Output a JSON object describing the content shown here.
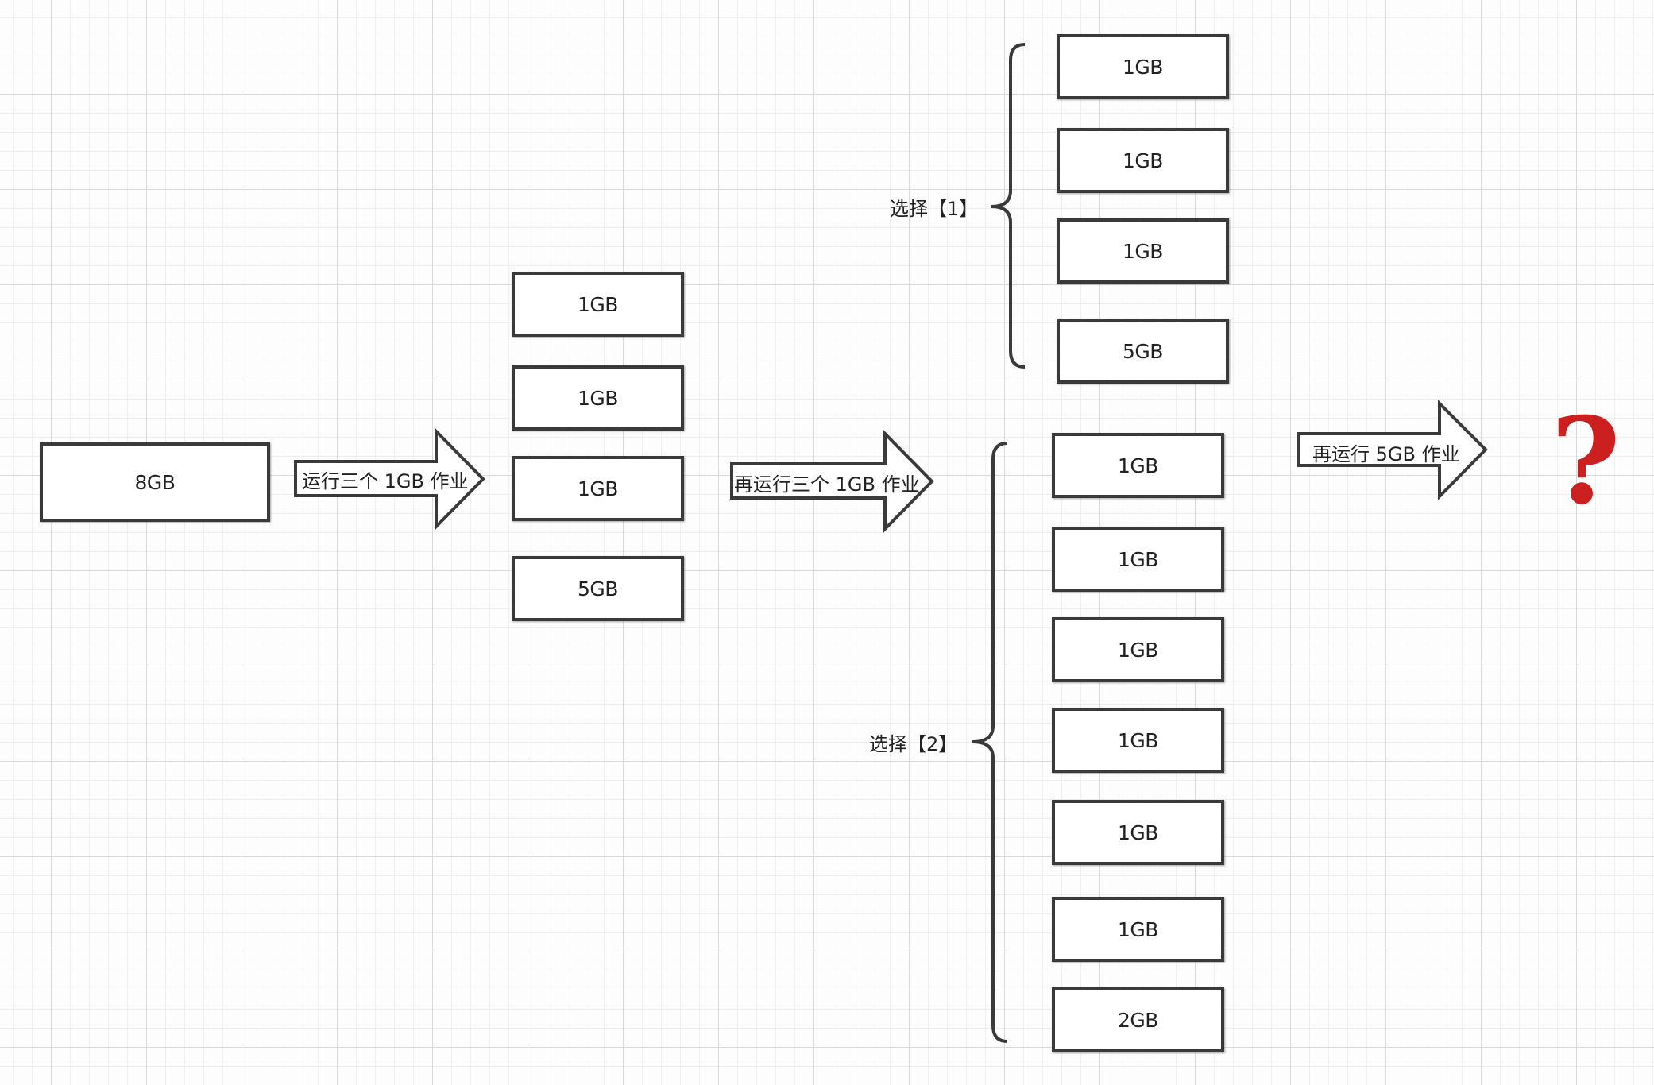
{
  "initial": {
    "label": "8GB"
  },
  "step1": {
    "arrow_label": "运行三个 1GB 作业",
    "boxes": [
      "1GB",
      "1GB",
      "1GB",
      "5GB"
    ]
  },
  "step2": {
    "arrow_label": "再运行三个 1GB 作业",
    "option1": {
      "label": "选择【1】",
      "boxes": [
        "1GB",
        "1GB",
        "1GB",
        "5GB"
      ]
    },
    "option2": {
      "label": "选择【2】",
      "boxes": [
        "1GB",
        "1GB",
        "1GB",
        "1GB",
        "1GB",
        "1GB",
        "2GB"
      ]
    }
  },
  "step3": {
    "arrow_label": "再运行 5GB 作业",
    "result": "?"
  },
  "colors": {
    "stroke": "#3a3a3a",
    "question": "#cc1f1f",
    "grid": "#d9d9d9"
  }
}
